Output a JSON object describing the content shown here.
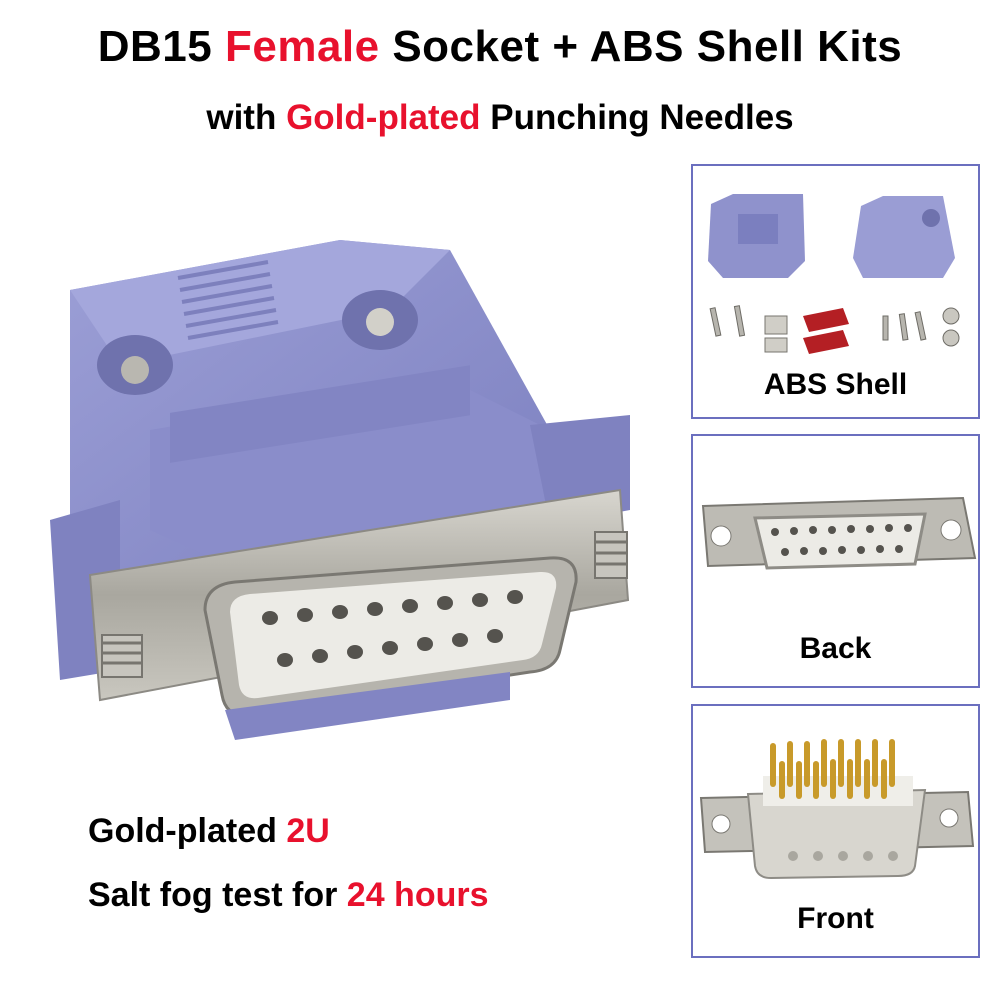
{
  "header": {
    "title_a": "DB15 ",
    "title_b": "Female",
    "title_c": " Socket + ABS Shell Kits",
    "subtitle_a": "with ",
    "subtitle_b": "Gold-plated",
    "subtitle_c": " Punching Needles"
  },
  "panels": [
    {
      "label": "ABS Shell"
    },
    {
      "label": "Back"
    },
    {
      "label": "Front"
    }
  ],
  "specs": {
    "line1_a": "Gold-plated ",
    "line1_b": "2U",
    "line2_a": "Salt fog test for ",
    "line2_b": "24 hours"
  },
  "colors": {
    "accent_red": "#e8112d",
    "shell_purple": "#8f92cc",
    "panel_border": "#6b6fbf"
  }
}
